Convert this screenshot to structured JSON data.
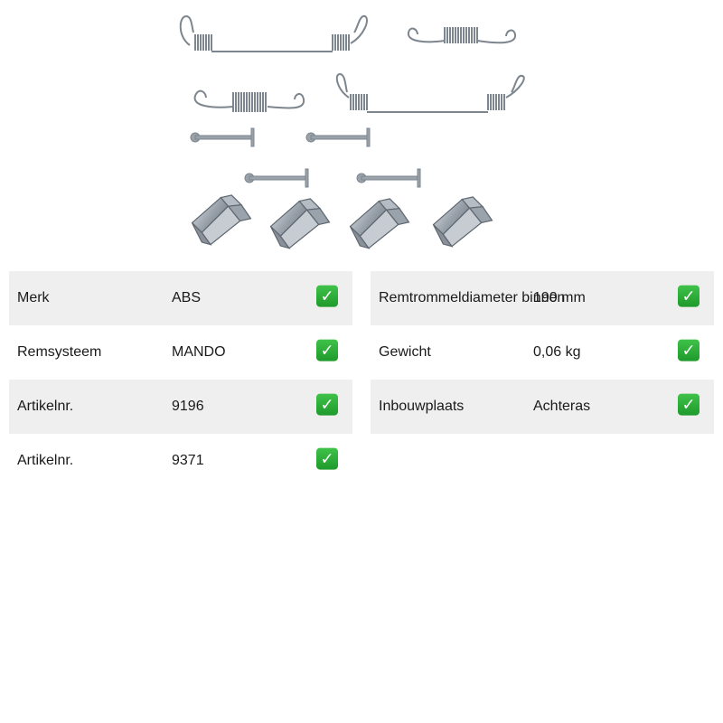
{
  "colors": {
    "row_shade": "#efefef",
    "check_green": "#2aa836",
    "metal": "#8a9099"
  },
  "check_icon": "check-mark-icon",
  "specs_left": [
    {
      "label": "Merk",
      "value": "ABS"
    },
    {
      "label": "Remsysteem",
      "value": "MANDO"
    },
    {
      "label": "Artikelnr.",
      "value": "9196"
    },
    {
      "label": "Artikelnr.",
      "value": "9371"
    }
  ],
  "specs_right": [
    {
      "label": "Remtrommeldiameter binnen",
      "value": "190 mm"
    },
    {
      "label": "Gewicht",
      "value": "0,06 kg"
    },
    {
      "label": "Inbouwplaats",
      "value": "Achteras"
    }
  ]
}
